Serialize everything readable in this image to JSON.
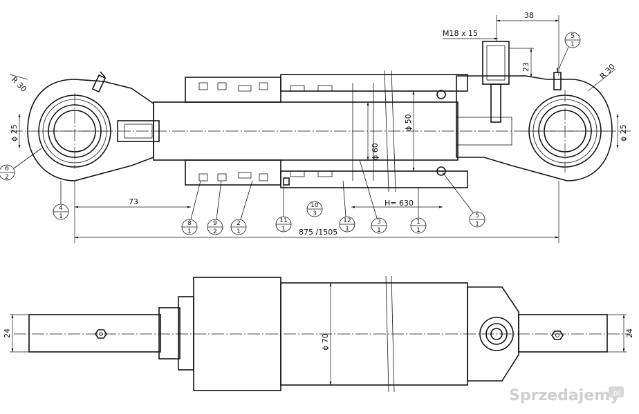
{
  "dimensions": {
    "r30_left": "R 30",
    "r30_right": "R 30",
    "d25_left": "ϕ 25",
    "d25_right": "ϕ 25",
    "d60": "ϕ 60",
    "d50": "ϕ 50",
    "d70": "ϕ 70",
    "thread": "M18 x 15",
    "d38": "38",
    "d23": "23",
    "d73": "73",
    "stroke": "H= 630",
    "length": "875 /1505",
    "w24_left": "24",
    "w24_right": "24"
  },
  "balloons": [
    {
      "id": "6-2",
      "num": "6",
      "den": "2"
    },
    {
      "id": "4-1",
      "num": "4",
      "den": "1"
    },
    {
      "id": "8-1",
      "num": "8",
      "den": "1"
    },
    {
      "id": "9-2",
      "num": "9",
      "den": "2"
    },
    {
      "id": "2-1",
      "num": "2",
      "den": "1"
    },
    {
      "id": "11-1",
      "num": "11",
      "den": "1"
    },
    {
      "id": "10-3",
      "num": "10",
      "den": "3"
    },
    {
      "id": "12-1",
      "num": "12",
      "den": "1"
    },
    {
      "id": "3-1",
      "num": "3",
      "den": "1"
    },
    {
      "id": "1-1",
      "num": "1",
      "den": "1"
    },
    {
      "id": "5-1-low",
      "num": "5",
      "den": "1"
    },
    {
      "id": "5-1-top",
      "num": "5",
      "den": "1"
    }
  ],
  "watermark": {
    "text": "Sprzedajemy",
    "suffix": ".pl",
    "accent": "#e0e0e0"
  },
  "colors": {
    "ink": "#111111",
    "background": "#ffffff"
  }
}
